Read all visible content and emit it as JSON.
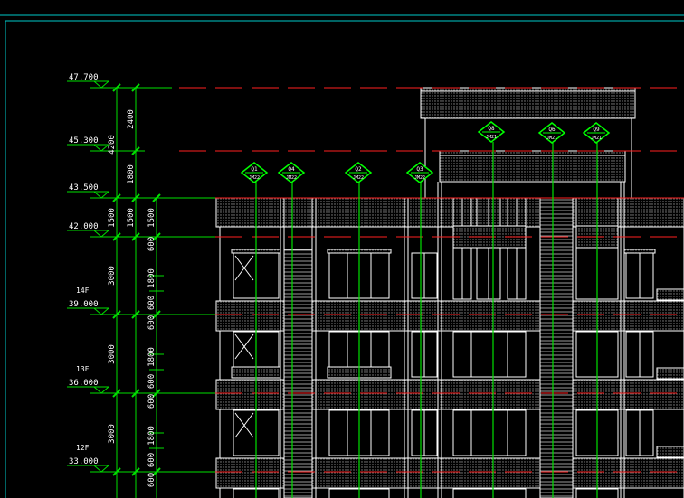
{
  "drawing": {
    "background": "#000000",
    "colors": {
      "frame": "#00c8c8",
      "level": "#00e000",
      "dimension": "#00e000",
      "datum": "#ff2020",
      "text": "#ffffff",
      "outline": "#ffffff",
      "hatch": "#9a9a9a",
      "marker": "#00ff00"
    }
  },
  "levels": [
    {
      "id": "l47",
      "value": "47.700",
      "floor": ""
    },
    {
      "id": "l45",
      "value": "45.300",
      "floor": ""
    },
    {
      "id": "l43",
      "value": "43.500",
      "floor": ""
    },
    {
      "id": "l42",
      "value": "42.000",
      "floor": ""
    },
    {
      "id": "l39",
      "value": "39.000",
      "floor": "14F"
    },
    {
      "id": "l36",
      "value": "36.000",
      "floor": "13F"
    },
    {
      "id": "l33",
      "value": "33.000",
      "floor": "12F"
    }
  ],
  "dimensions": {
    "outer": [
      "4200",
      "1500",
      "3000",
      "3000",
      "3000"
    ],
    "inner": [
      "2400",
      "1800",
      "1500",
      "600",
      "1800",
      "600",
      "600",
      "1800",
      "600",
      "600",
      "1800",
      "600",
      "600"
    ]
  },
  "window_tags": [
    {
      "id": "Q1",
      "label": "Q1",
      "sub": "JM22"
    },
    {
      "id": "Q4",
      "label": "Q4",
      "sub": "JM22"
    },
    {
      "id": "Q2",
      "label": "Q2",
      "sub": "JM22"
    },
    {
      "id": "Q3",
      "label": "Q3",
      "sub": "JM22"
    },
    {
      "id": "Q8",
      "label": "Q8",
      "sub": "JM21"
    },
    {
      "id": "Q6",
      "label": "Q6",
      "sub": "JM21"
    },
    {
      "id": "Q9",
      "label": "Q9",
      "sub": "JM21"
    }
  ]
}
